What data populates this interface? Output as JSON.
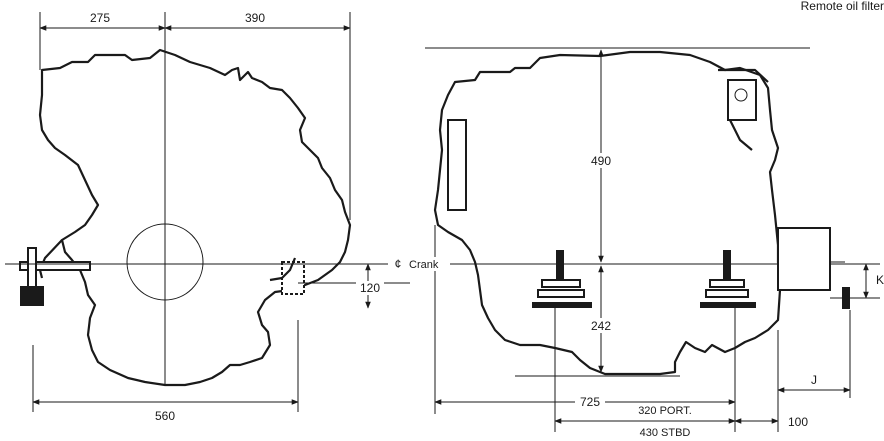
{
  "header_note": "Remote oil filter",
  "dims": {
    "left_top_a": "275",
    "left_top_b": "390",
    "left_bottom": "560",
    "offset_120": "120",
    "height_490": "490",
    "height_242": "242",
    "length_725": "725",
    "port_stbd_line1": "320 PORT.",
    "port_stbd_line2": "430 STBD",
    "dim_100": "100",
    "dim_j": "J",
    "dim_k": "K"
  },
  "crank_label": "Crank",
  "centerline_symbol": "¢"
}
